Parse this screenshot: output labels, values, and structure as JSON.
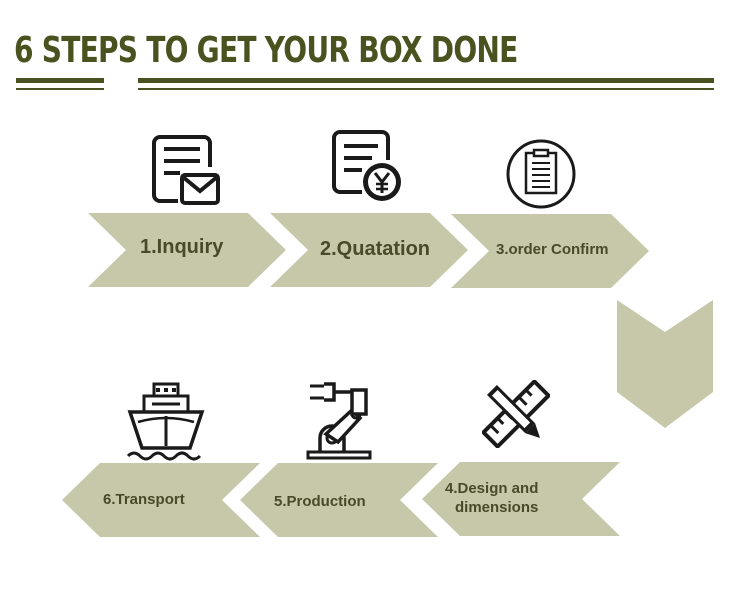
{
  "title": "6 STEPS TO GET YOUR BOX DONE",
  "colors": {
    "title": "#4a5320",
    "arrow_fill": "#c6c8a9",
    "label": "#4a4a2a",
    "icon": "#1a1a1a"
  },
  "steps": [
    {
      "label": "1.Inquiry",
      "icon": "envelope-document-icon"
    },
    {
      "label": "2.Quatation",
      "icon": "yen-document-icon"
    },
    {
      "label": "3.order Confirm",
      "icon": "clipboard-circle-icon"
    },
    {
      "label": "4.Design and dimensions",
      "line1": "4.Design and",
      "line2": "dimensions",
      "icon": "ruler-pencil-icon"
    },
    {
      "label": "5.Production",
      "icon": "robot-arm-icon"
    },
    {
      "label": "6.Transport",
      "icon": "ship-icon"
    }
  ],
  "connector": {
    "icon": "chevron-down-arrow"
  }
}
